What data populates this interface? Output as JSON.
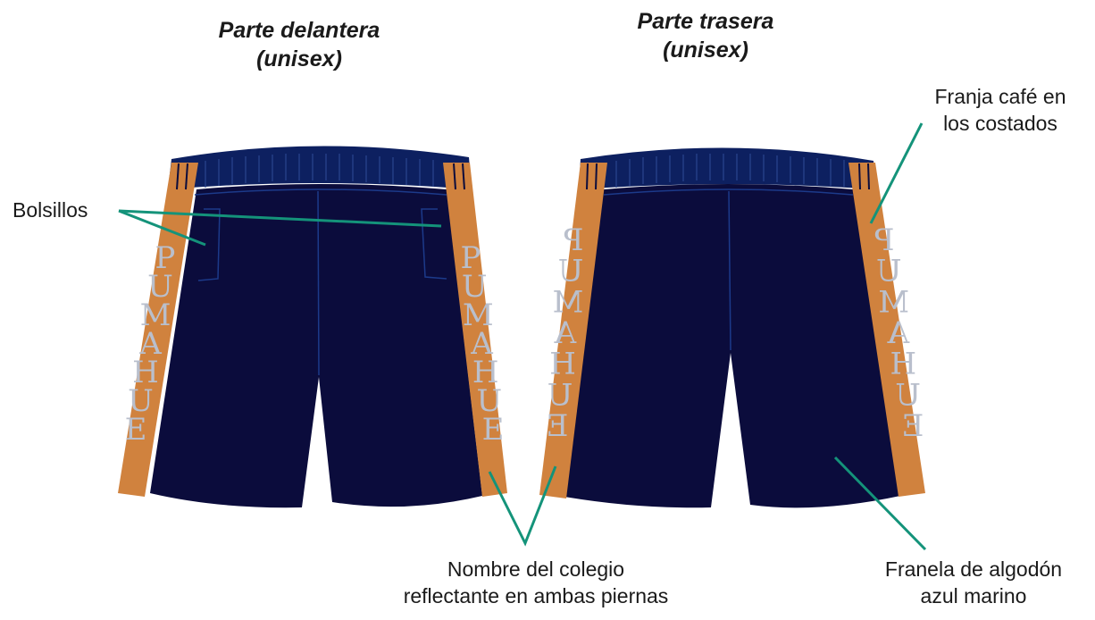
{
  "titles": {
    "front": [
      "Parte delantera",
      "(unisex)"
    ],
    "back": [
      "Parte trasera",
      "(unisex)"
    ]
  },
  "labels": {
    "pockets": "Bolsillos",
    "stripe": [
      "Franja café en",
      "los costados"
    ],
    "school_name": [
      "Nombre del colegio",
      "reflectante en ambas piernas"
    ],
    "fabric": [
      "Franela de algodón",
      "azul marino"
    ]
  },
  "school_name_letters": [
    "P",
    "U",
    "M",
    "A",
    "H",
    "U",
    "E"
  ],
  "colors": {
    "navy": "#0b0c3c",
    "waistband": "#0d2060",
    "stripe": "#d0823e",
    "letters": "#b9bfcc",
    "leader_line": "#14937a",
    "seam": "#1c3a8a"
  }
}
